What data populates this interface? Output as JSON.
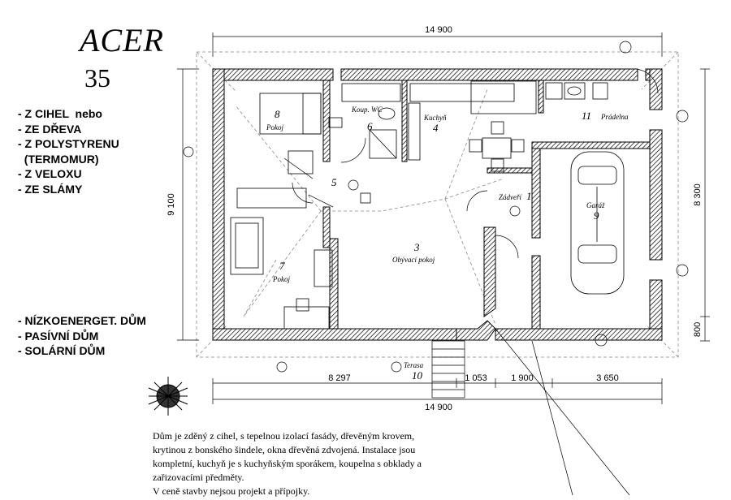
{
  "header": {
    "title": "ACER",
    "number": "35"
  },
  "materials": [
    "- Z CIHEL  nebo",
    "- ZE DŘEVA",
    "- Z POLYSTYRENU",
    "  (TERMOMUR)",
    "- Z VELOXU",
    "- ZE SLÁMY"
  ],
  "energy": [
    "- NÍZKOENERGET. DŮM",
    "- PASÍVNÍ DŮM",
    "- SOLÁRNÍ DŮM"
  ],
  "dimensions": {
    "top_total": "14 900",
    "bottom_total": "14 900",
    "bottom_segments": [
      "8 297",
      "1 053",
      "1 900",
      "3 650"
    ],
    "left_height": "9 100",
    "right_height": "8 300",
    "right_bottom": "800"
  },
  "rooms": [
    {
      "number": "8",
      "name": "Pokoj"
    },
    {
      "number": "6",
      "name": "Koup.\nWC"
    },
    {
      "number": "4",
      "name": "Kuchyň"
    },
    {
      "number": "11",
      "name": "Prádelna"
    },
    {
      "number": "5",
      "name": ""
    },
    {
      "number": "1",
      "name": "Zádveří"
    },
    {
      "number": "9",
      "name": "Garáž"
    },
    {
      "number": "3",
      "name": "Obývací pokoj"
    },
    {
      "number": "7",
      "name": "Pokoj"
    },
    {
      "number": "10",
      "name": "Terasa"
    }
  ],
  "description": [
    "Dům je zděný z cihel, s tepelnou izolací fasády, dřevěným krovem,",
    "krytinou z bonského šindele, okna dřevěná zdvojená. Instalace jsou",
    "kompletní, kuchyň je s kuchyňským sporákem, koupelna s obklady a",
    "zařizovacími předměty.",
    "V ceně stavby nejsou projekt a přípojky."
  ]
}
